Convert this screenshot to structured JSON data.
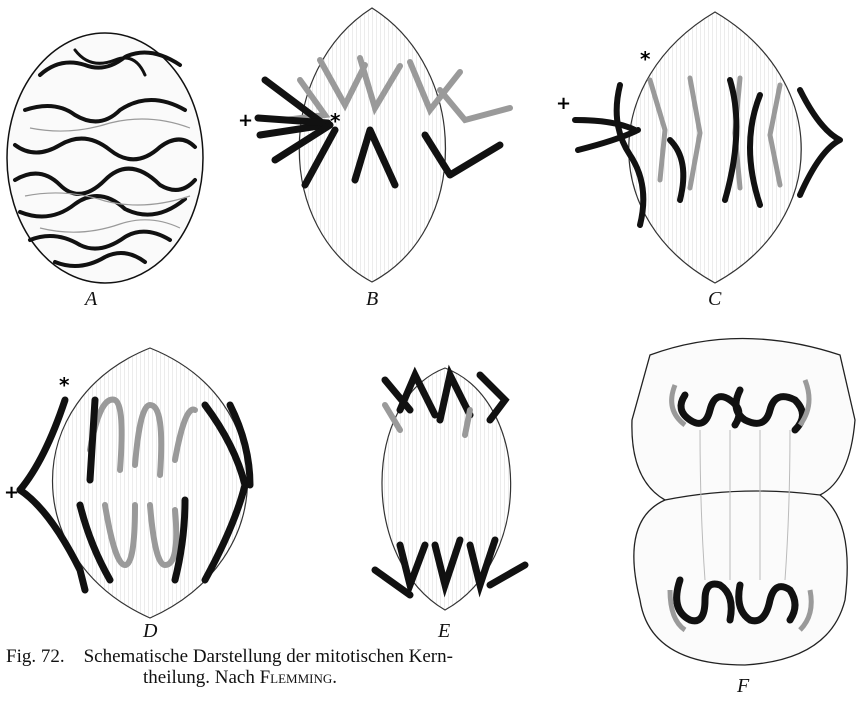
{
  "figure": {
    "panels": [
      {
        "id": "A",
        "label": "A"
      },
      {
        "id": "B",
        "label": "B"
      },
      {
        "id": "C",
        "label": "C"
      },
      {
        "id": "D",
        "label": "D"
      },
      {
        "id": "E",
        "label": "E"
      },
      {
        "id": "F",
        "label": "F"
      }
    ],
    "markers": {
      "plus": "+",
      "asterisk": "*"
    }
  },
  "caption": {
    "fig_number": "Fig. 72.",
    "text_line1": "Schematische Darstellung der mitotischen Kern-",
    "text_line2": "theilung. Nach",
    "author": "Flemming."
  },
  "colors": {
    "ink": "#111111",
    "grey_chromosome": "#9a9a9a",
    "paper": "#ffffff"
  }
}
